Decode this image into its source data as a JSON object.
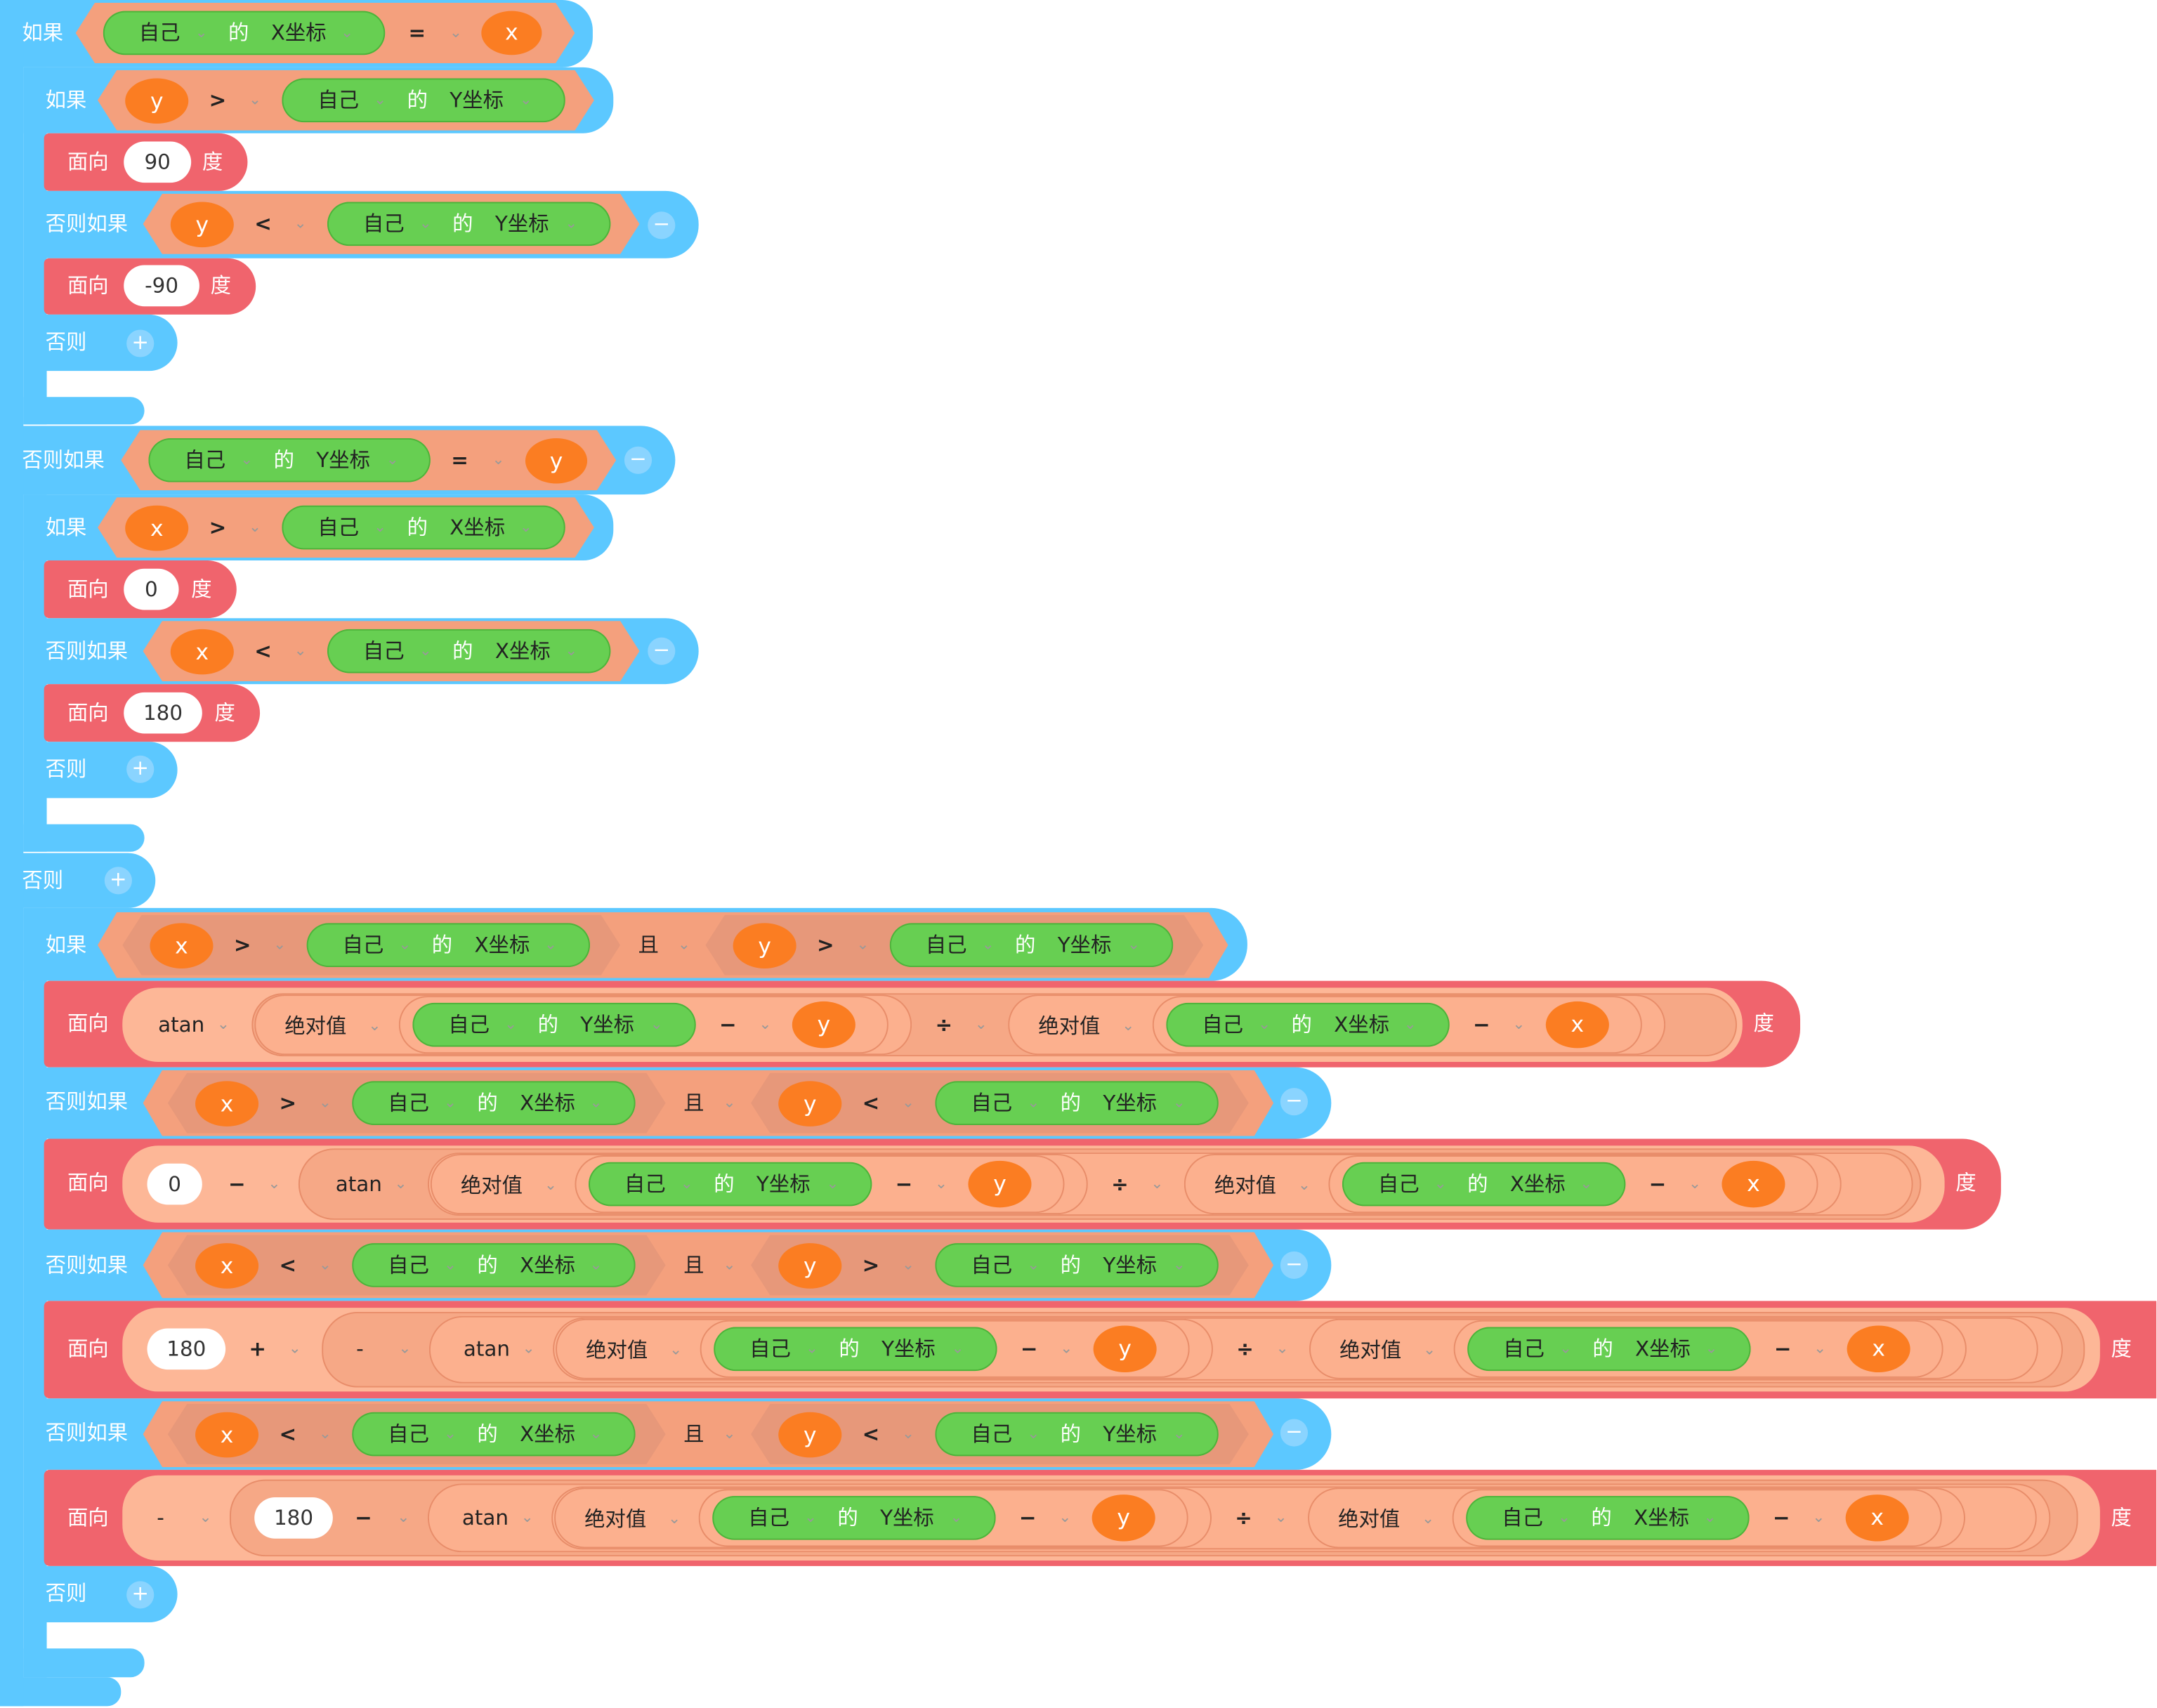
{
  "keywords": {
    "if": "如果",
    "elseif": "否则如果",
    "else": "否则",
    "and": "且",
    "of": "的",
    "face": "面向",
    "degree": "度",
    "plus": "+",
    "minus": "−"
  },
  "self": "自己",
  "xcoord": "X坐标",
  "ycoord": "Y坐标",
  "vars": {
    "x": "x",
    "y": "y"
  },
  "ops": {
    "eq": "=",
    "gt": ">",
    "lt": "<",
    "sub": "−",
    "div": "÷",
    "add": "+",
    "neg": "-"
  },
  "funcs": {
    "atan": "atan",
    "abs": "绝对值"
  },
  "numbers": {
    "n90": "90",
    "nneg90": "-90",
    "n0": "0",
    "n180": "180"
  },
  "icons": {
    "remove": "minus-circle-icon",
    "add": "plus-circle-icon",
    "dropdown": "chevron-down-icon"
  }
}
